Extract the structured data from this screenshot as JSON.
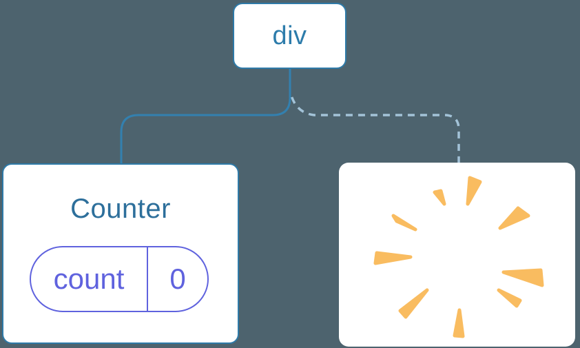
{
  "diagram": {
    "root_node": {
      "label": "div"
    },
    "counter_card": {
      "title": "Counter",
      "state": {
        "key": "count",
        "value": "0"
      }
    },
    "removed_card": {
      "icon": "poof-sparkle-icon"
    }
  },
  "colors": {
    "background": "#4d636e",
    "card_background": "#ffffff",
    "node_border": "#2e7aa8",
    "node_text": "#2d7cab",
    "counter_title": "#2d6f9b",
    "state_accent": "#5f62de",
    "solid_edge": "#3380af",
    "dashed_edge": "#a3c3d8",
    "poof": "#f9bc60"
  },
  "poof": {
    "icon": "poof-sparkle-icon",
    "rays": [
      [
        [
          187,
          60
        ],
        [
          190,
          22
        ],
        [
          205,
          28
        ]
      ],
      [
        [
          153,
          60
        ],
        [
          139,
          43
        ],
        [
          148,
          41
        ]
      ],
      [
        [
          234,
          95
        ],
        [
          260,
          66
        ],
        [
          275,
          77
        ]
      ],
      [
        [
          111,
          97
        ],
        [
          79,
          77
        ],
        [
          84,
          85
        ]
      ],
      [
        [
          104,
          137
        ],
        [
          55,
          131
        ],
        [
          53,
          146
        ]
      ],
      [
        [
          239,
          159
        ],
        [
          293,
          156
        ],
        [
          295,
          178
        ]
      ],
      [
        [
          232,
          185
        ],
        [
          263,
          200
        ],
        [
          258,
          208
        ]
      ],
      [
        [
          128,
          185
        ],
        [
          89,
          215
        ],
        [
          97,
          224
        ]
      ],
      [
        [
          175,
          214
        ],
        [
          168,
          251
        ],
        [
          180,
          252
        ]
      ]
    ]
  }
}
